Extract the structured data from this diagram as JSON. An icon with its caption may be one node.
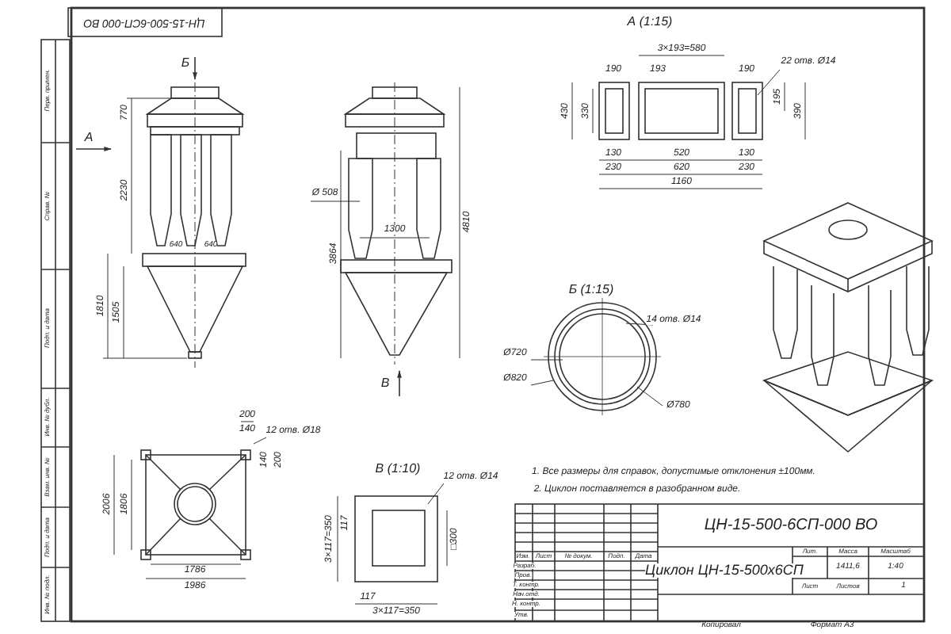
{
  "diagram": {
    "labels": [
      "ЦН-15-500-6СП-000 ВО",
      "Б",
      "А",
      "770",
      "2230",
      "640",
      "640",
      "1810",
      "1505",
      "Ø 508",
      "1300",
      "3864",
      "4810",
      "В",
      "А (1:15)",
      "3×193=580",
      "190",
      "193",
      "190",
      "22 отв. Ø14",
      "430",
      "330",
      "195",
      "390",
      "130",
      "520",
      "130",
      "230",
      "620",
      "230",
      "1160",
      "Б (1:15)",
      "14 отв. Ø14",
      "Ø720",
      "Ø820",
      "Ø780",
      "200",
      "140",
      "12 отв. Ø18",
      "140",
      "200",
      "2006",
      "1806",
      "1786",
      "1986",
      "В (1:10)",
      "12 отв. Ø14",
      "117",
      "3×117=350",
      "□300",
      "117",
      "3×117=350",
      "1. Все размеры для справок, допустимые отклонения ±100мм.",
      "2. Циклон поставляется в разобранном виде.",
      "ЦН-15-500-6СП-000 ВО",
      "Изм.",
      "Лист",
      "№ докум.",
      "Подп.",
      "Дата",
      "Разраб.",
      "Пров.",
      "Т. контр.",
      "Нач.отд.",
      "Н. контр.",
      "Утв.",
      "Циклон ЦН-15-500х6СП",
      "Лит.",
      "Масса",
      "Масштаб",
      "1411,6",
      "1:40",
      "Лист",
      "Листов",
      "1",
      "Копировал",
      "Формат А3",
      "Перв. примен.",
      "Справ. №",
      "Подп. и дата",
      "Инв. № дубл.",
      "Взам. инв. №",
      "Подп. и дата",
      "Инв. № подл."
    ]
  }
}
